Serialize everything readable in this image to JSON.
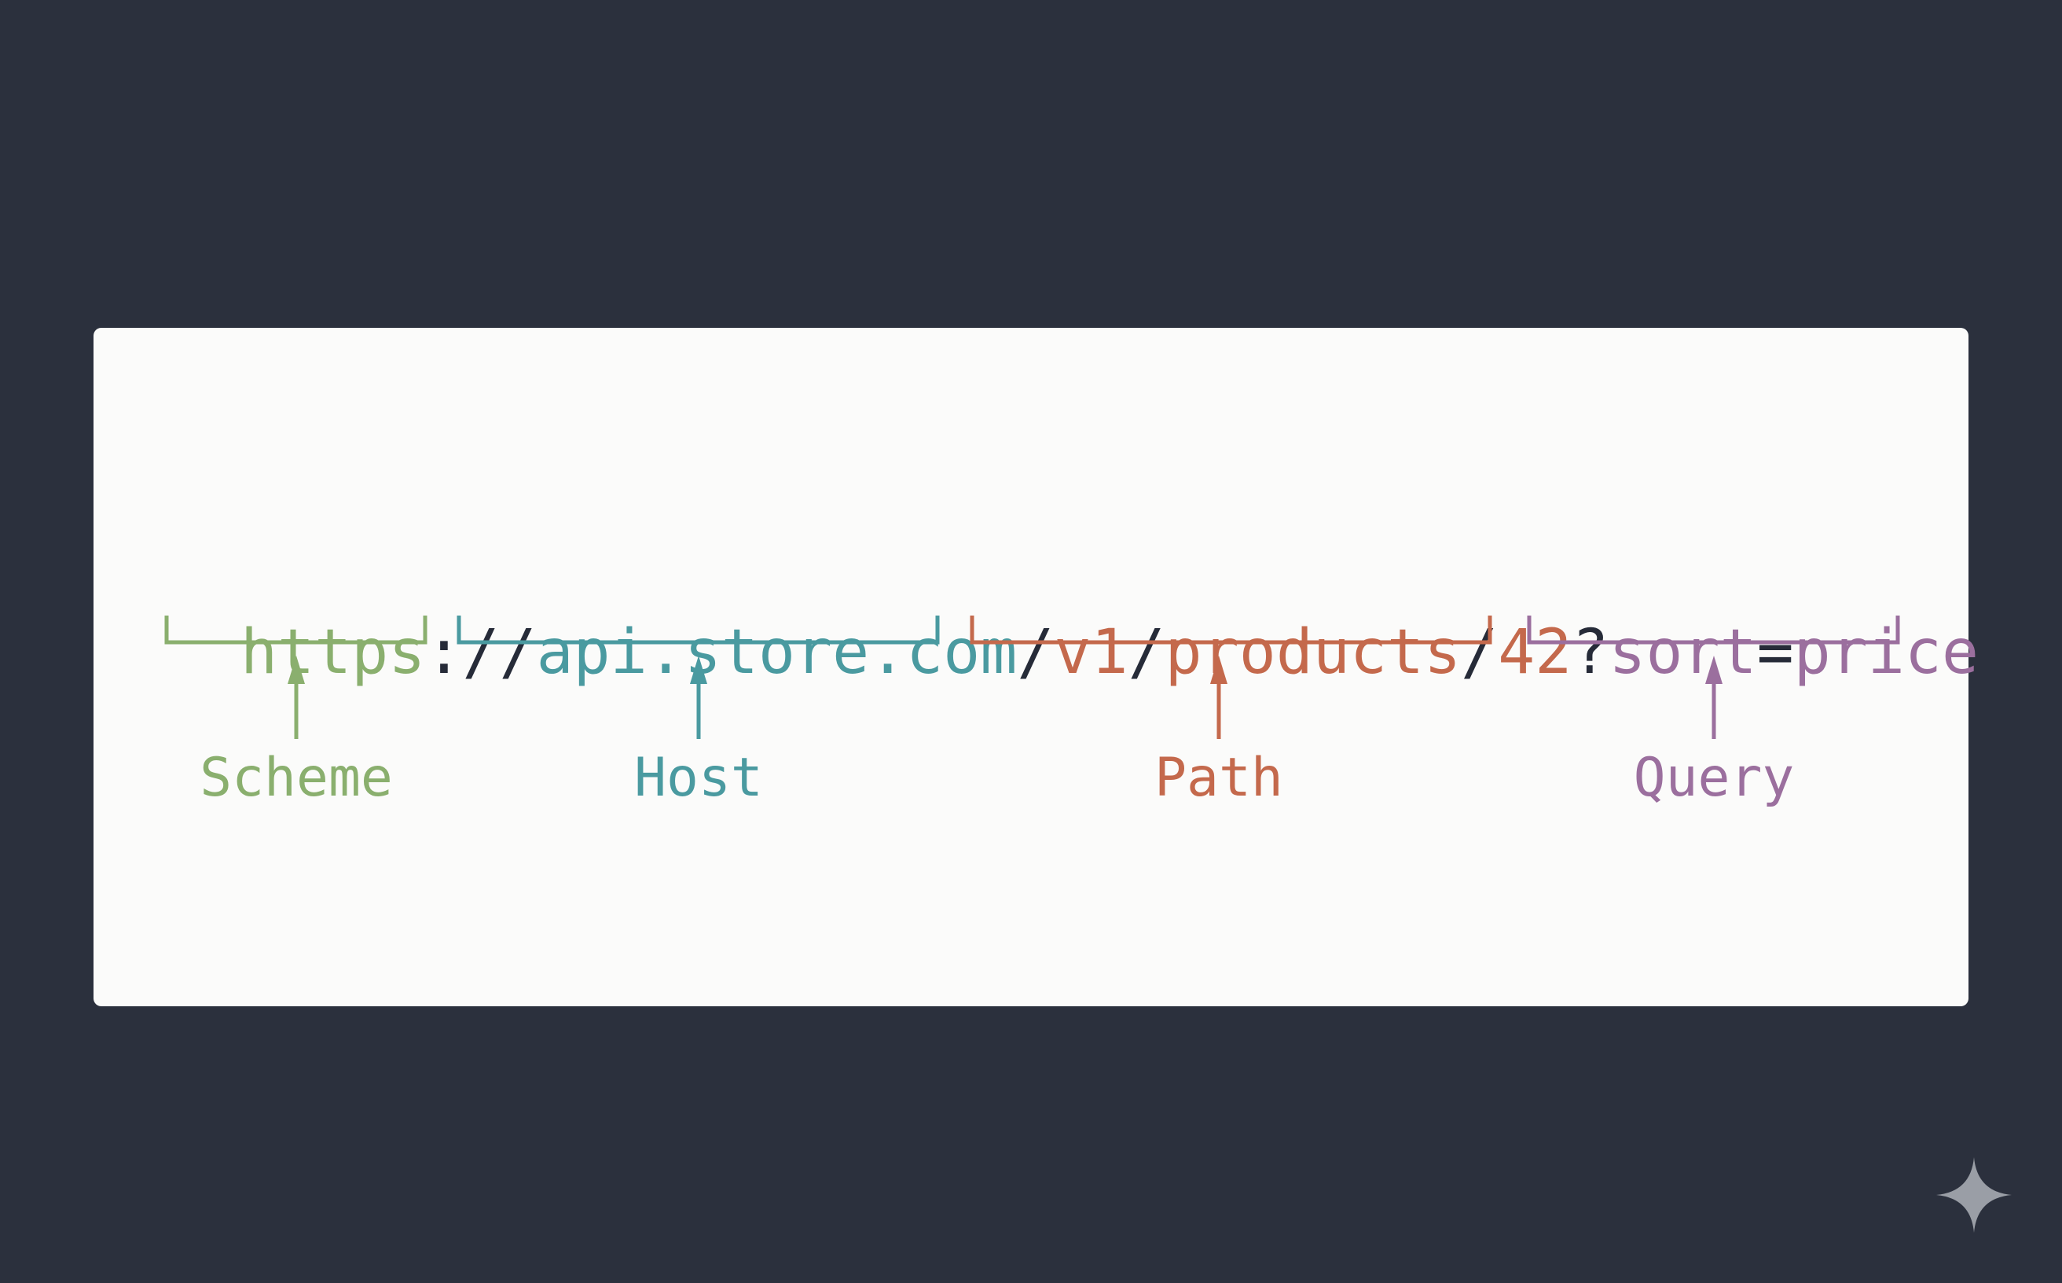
{
  "url_parts": [
    {
      "text": "https",
      "color": "#8aaf6e"
    },
    {
      "text": "://",
      "color": "#262b38"
    },
    {
      "text": "api.store.com",
      "color": "#4a9aa0"
    },
    {
      "text": "/",
      "color": "#262b38"
    },
    {
      "text": "v1",
      "color": "#c4694c"
    },
    {
      "text": "/",
      "color": "#262b38"
    },
    {
      "text": "products",
      "color": "#c4694c"
    },
    {
      "text": "/",
      "color": "#262b38"
    },
    {
      "text": "42",
      "color": "#c4694c"
    },
    {
      "text": "?",
      "color": "#262b38"
    },
    {
      "text": "sort",
      "color": "#9b6f9e"
    },
    {
      "text": "=",
      "color": "#262b38"
    },
    {
      "text": "price",
      "color": "#9b6f9e"
    }
  ],
  "components": [
    {
      "label": "Scheme",
      "color": "#8aaf6e"
    },
    {
      "label": "Host",
      "color": "#4a9aa0"
    },
    {
      "label": "Path",
      "color": "#c4694c"
    },
    {
      "label": "Query",
      "color": "#9b6f9e"
    }
  ],
  "icons": {
    "corner": "sparkle-icon"
  }
}
